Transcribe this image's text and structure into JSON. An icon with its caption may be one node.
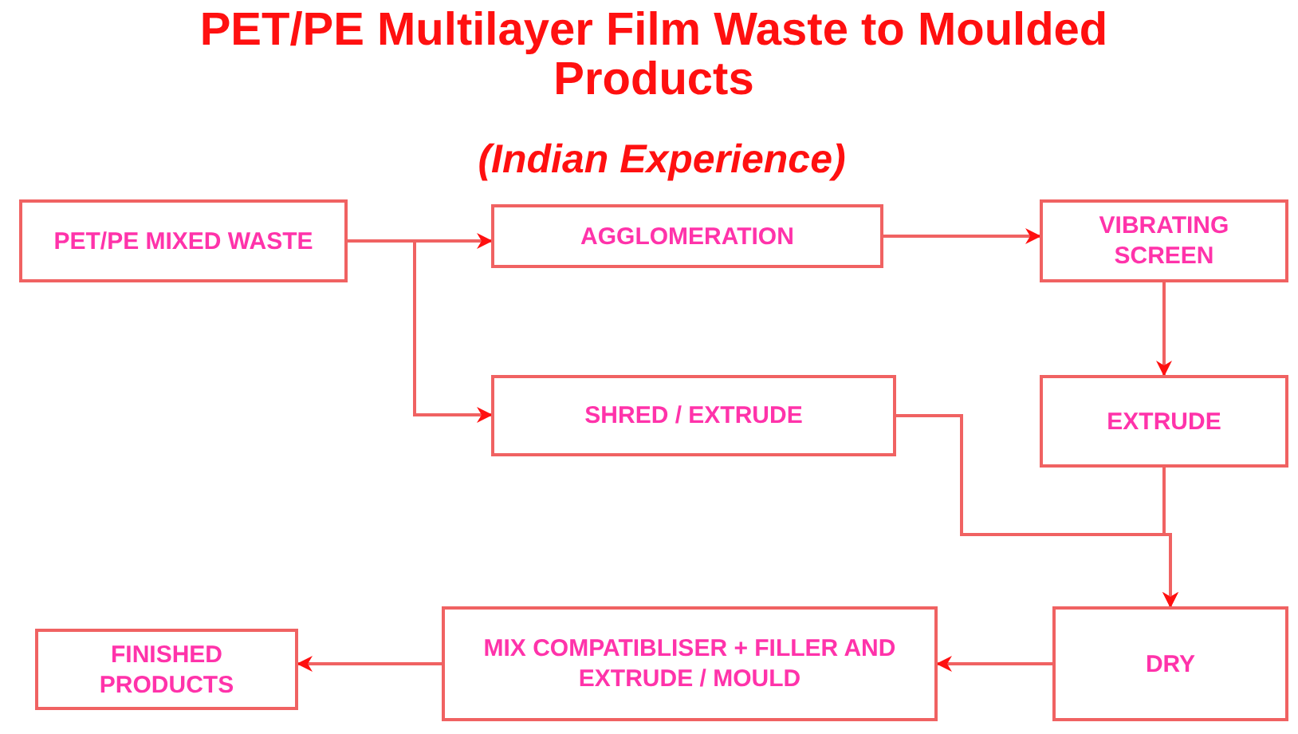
{
  "diagram": {
    "title": "PET/PE Multilayer Film Waste to Moulded Products",
    "nodes": [
      {
        "text": [
          "PET/PE MIXED WASTE"
        ]
      },
      {
        "text": [
          "AGGLOMERATION"
        ]
      },
      {
        "text": [
          "VIBRATING SCREEN"
        ]
      },
      {
        "text": [
          "SHRED / EXTRUDE"
        ]
      },
      {
        "text": [
          "EXTRUDE"
        ]
      },
      {
        "text": [
          "DRY"
        ]
      },
      {
        "text": [
          "MIX COMPATIBLISER + FILLER AND EXTRUDE / MOULD"
        ]
      },
      {
        "text": [
          "FINISHED PRODUCTS"
        ]
      }
    ],
    "edges": [
      {
        "from": 0,
        "to": 1,
        "arrow": "to"
      },
      {
        "from": 0,
        "to": 3,
        "arrow": "to"
      },
      {
        "from": 1,
        "to": 2,
        "arrow": "to"
      },
      {
        "from": 2,
        "to": 4,
        "arrow": "to"
      },
      {
        "from": 3,
        "to": 5,
        "arrow": "to"
      },
      {
        "from": 4,
        "to": 5,
        "arrow": "to"
      },
      {
        "from": 5,
        "to": 6,
        "arrow": "to"
      },
      {
        "from": 6,
        "to": 7,
        "arrow": "to"
      }
    ],
    "labels": [
      "(Indian Experience)"
    ]
  }
}
